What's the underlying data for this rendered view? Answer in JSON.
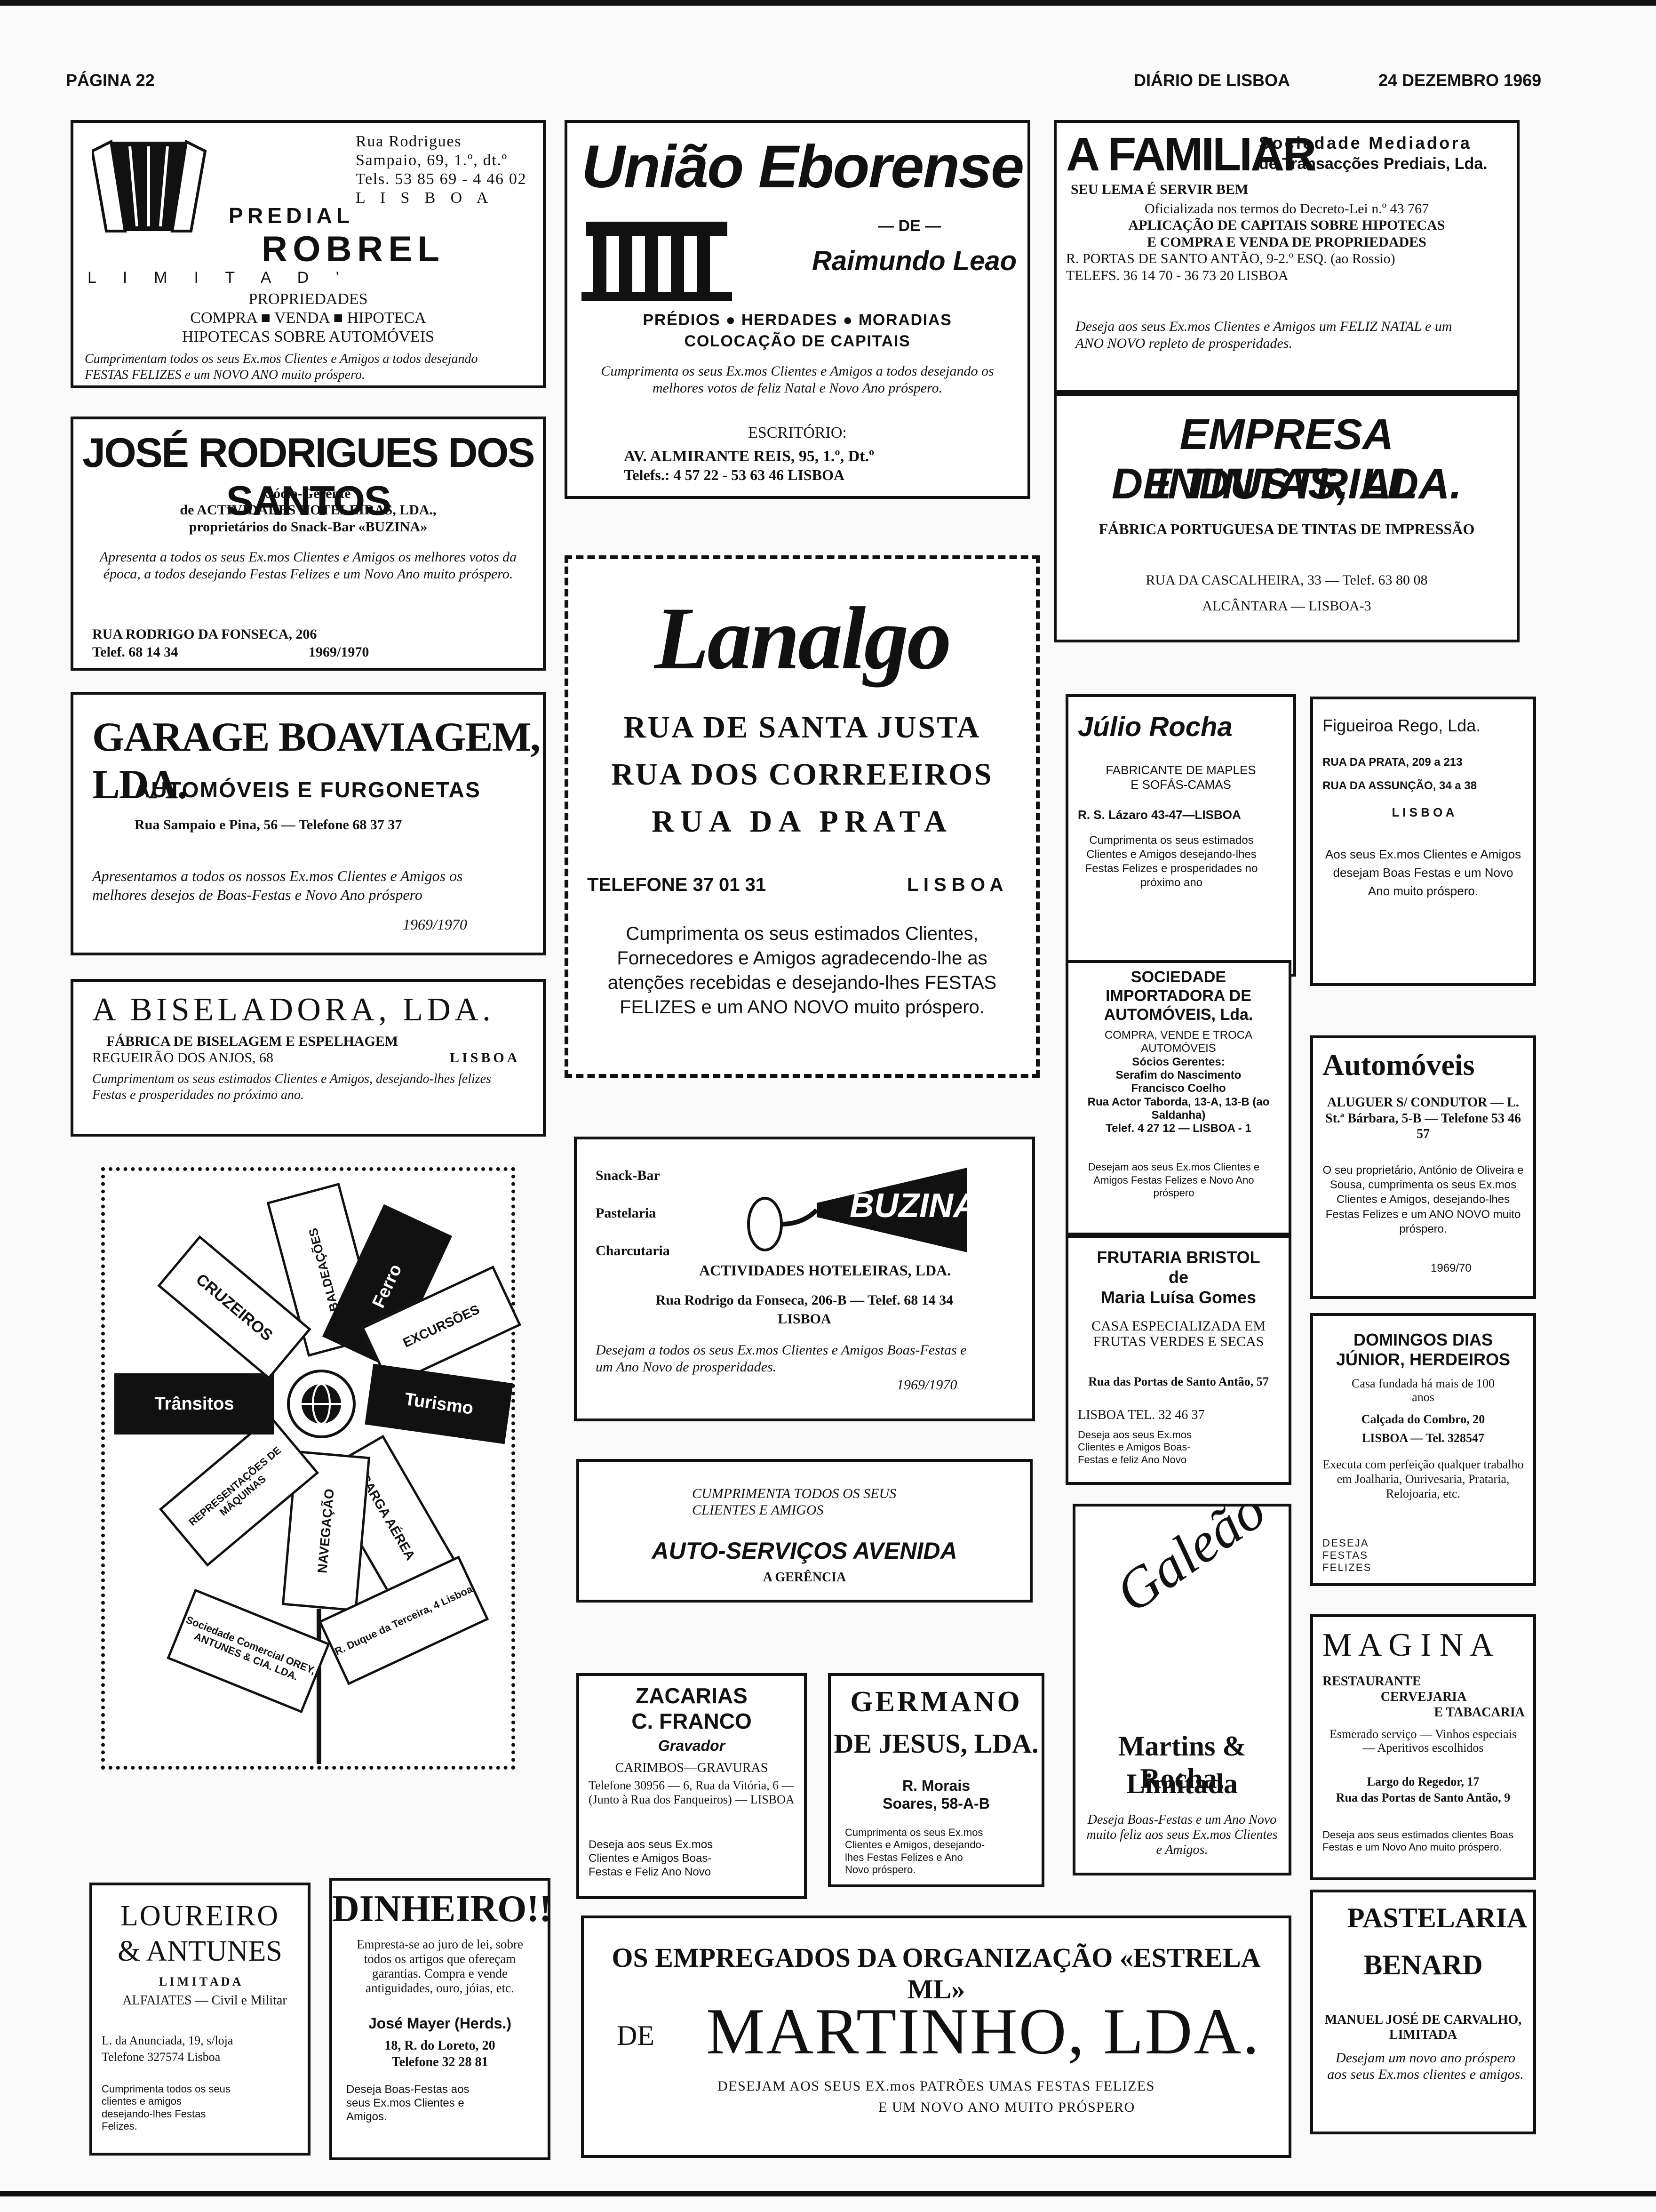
{
  "header": {
    "page": "PÁGINA 22",
    "paper": "DIÁRIO DE LISBOA",
    "date": "24 DEZEMBRO 1969"
  },
  "predial": {
    "addr": [
      "Rua Rodrigues",
      "Sampaio, 69, 1.º, dt.º",
      "Tels. 53 85 69 - 4 46 02",
      "L I S B O A"
    ],
    "name1": "PREDIAL",
    "name2": "ROBREL",
    "name3": "L I M I T A D ’",
    "svc": "PROPRIEDADES",
    "svc2": "COMPRA  ■  VENDA  ■  HIPOTECA",
    "svc3": "HIPOTECAS SOBRE AUTOMÓVEIS",
    "greet": "Cumprimentam todos os seus Ex.mos Clientes e Amigos a todos desejando FESTAS FELIZES e um NOVO ANO muito próspero."
  },
  "uniao": {
    "title": "União Eborense",
    "de": "— DE —",
    "owner": "Raimundo Leao",
    "svc": "PRÉDIOS ● HERDADES ● MORADIAS",
    "svc2": "COLOCAÇÃO DE CAPITAIS",
    "greet": "Cumprimenta os seus Ex.mos Clientes e Amigos a todos desejando os melhores votos de feliz Natal e Novo Ano próspero.",
    "office": "ESCRITÓRIO:",
    "addr": "AV. ALMIRANTE REIS, 95, 1.º, Dt.º",
    "tel": "Telefs.: 4 57 22 - 53 63 46        LISBOA"
  },
  "familiar": {
    "title": "A FAMILIAR",
    "sub1": "Sociedade Mediadora",
    "sub2": "de Transacções Prediais, Lda.",
    "motto": "SEU LEMA É SERVIR BEM",
    "l1": "Oficializada nos termos do Decreto-Lei n.º 43 767",
    "l2": "APLICAÇÃO DE CAPITAIS SOBRE HIPOTECAS",
    "l3": "E COMPRA E VENDA DE PROPRIEDADES",
    "l4": "R. PORTAS DE SANTO ANTÃO, 9-2.º ESQ. (ao Rossio)",
    "l5": "TELEFS. 36 14 70 - 36 73 20                LISBOA",
    "greet": "Deseja aos seus Ex.mos Clientes e Amigos um FELIZ NATAL e um ANO NOVO repleto de prosperidades."
  },
  "jose": {
    "title": "JOSÉ RODRIGUES DOS SANTOS",
    "l1": "Sócio-Gerente",
    "l2": "de ACTIVIDADES HOTELEIRAS, LDA.,",
    "l3": "proprietários do Snack-Bar «BUZINA»",
    "greet": "Apresenta a todos os seus Ex.mos Clientes e Amigos os melhores votos da época, a todos desejando Festas Felizes e um Novo Ano muito próspero.",
    "addr": "RUA RODRIGO DA FONSECA, 206",
    "tel": "Telef. 68 14 34",
    "yr": "1969/1970"
  },
  "tintas": {
    "t1": "EMPRESA INDUSTRIAL",
    "t2": "DE TINTAS, LDA.",
    "sub": "FÁBRICA PORTUGUESA DE TINTAS DE IMPRESSÃO",
    "addr": "RUA DA CASCALHEIRA, 33  —  Telef. 63 80 08",
    "city": "ALCÂNTARA — LISBOA-3"
  },
  "lanalgo": {
    "logo": "Lanalgo",
    "s1": "RUA DE SANTA JUSTA",
    "s2": "RUA DOS CORREEIROS",
    "s3": "RUA DA PRATA",
    "tel": "TELEFONE 37 01 31",
    "city": "L I S B O A",
    "greet": "Cumprimenta os seus estimados Clientes, Fornecedores e Amigos agradecendo-lhe as atenções recebidas e desejando-lhes FESTAS FELIZES e um ANO NOVO muito próspero."
  },
  "garage": {
    "title": "GARAGE BOAVIAGEM, LDA.",
    "sub": "AUTOMÓVEIS E FURGONETAS",
    "addr": "Rua Sampaio e Pina, 56  —  Telefone 68 37 37",
    "greet": "Apresentamos a todos os nossos Ex.mos Clientes e Amigos os melhores desejos de Boas-Festas e Novo Ano próspero",
    "yr": "1969/1970"
  },
  "julio": {
    "title": "Júlio Rocha",
    "l1": "FABRICANTE DE MAPLES",
    "l2": "E SOFÁS-CAMAS",
    "addr": "R. S. Lázaro 43-47—LISBOA",
    "greet": "Cumprimenta os seus estimados Clientes e Amigos desejando-lhes Festas Felizes e prosperidades no próximo ano"
  },
  "figueiroa": {
    "title": "Figueiroa Rego, Lda.",
    "l1": "RUA DA PRATA, 209 a 213",
    "l2": "RUA DA ASSUNÇÃO, 34 a 38",
    "city": "L I S B O A",
    "greet": "Aos seus Ex.mos Clientes e Amigos desejam Boas Festas e um Novo Ano muito próspero."
  },
  "biseladora": {
    "title": "A BISELADORA, LDA.",
    "l1": "FÁBRICA DE BISELAGEM E ESPELHAGEM",
    "l2": "REGUEIRÃO DOS ANJOS, 68",
    "city": "LISBOA",
    "greet": "Cumprimentam os seus estimados Clientes e Amigos, desejando-lhes felizes Festas e prosperidades no próximo ano."
  },
  "sociedade": {
    "t1": "SOCIEDADE",
    "t2": "IMPORTADORA DE",
    "t3": "AUTOMÓVEIS, Lda.",
    "l1": "COMPRA, VENDE E TROCA",
    "l2": "AUTOMÓVEIS",
    "l3": "Sócios Gerentes:",
    "l4": "Serafim do Nascimento",
    "l5": "Francisco Coelho",
    "l6": "Rua Actor Taborda, 13-A, 13-B (ao Saldanha)",
    "l7": "Telef. 4 27 12  —  LISBOA - 1",
    "greet": "Desejam aos seus Ex.mos Clientes e Amigos Festas Felizes e Novo Ano próspero"
  },
  "automoveis": {
    "title": "Automóveis",
    "l1": "ALUGUER S/ CONDUTOR — L. St.ª Bárbara, 5-B — Telefone 53 46 57",
    "greet": "O seu proprietário, António de Oliveira e Sousa, cumprimenta os seus Ex.mos Clientes e Amigos, desejando-lhes Festas Felizes e um ANO NOVO muito próspero.",
    "yr": "1969/70"
  },
  "flower": {
    "petals": [
      "Ferro",
      "BALDEAÇÕES",
      "EXCURSÕES",
      "Turismo",
      "CARGA AÉREA",
      "NAVEGAÇÃO",
      "REPRESENTAÇÕES DE MÁQUINAS",
      "Trânsitos",
      "CRUZEIROS"
    ],
    "leaf1": "Sociedade Comercial OREY, ANTUNES & CIA. LDA.",
    "leaf2": "R. Duque da Terceira, 4 Lisboa"
  },
  "buzina": {
    "l1": "Snack-Bar",
    "l2": "Pastelaria",
    "l3": "Charcutaria",
    "logo": "BUZINA",
    "name": "ACTIVIDADES HOTELEIRAS, LDA.",
    "addr": "Rua Rodrigo da Fonseca, 206-B  —  Telef. 68 14 34",
    "city": "LISBOA",
    "greet": "Desejam a todos os seus Ex.mos Clientes e Amigos Boas-Festas e um Ano Novo de prosperidades.",
    "yr": "1969/1970"
  },
  "frutaria": {
    "t1": "FRUTARIA BRISTOL",
    "t2": "de",
    "t3": "Maria Luísa Gomes",
    "l1": "CASA ESPECIALIZADA EM FRUTAS VERDES E SECAS",
    "l2": "Rua das Portas de Santo Antão, 57",
    "l3": "LISBOA        TEL. 32 46 37",
    "greet": "Deseja aos seus Ex.mos Clientes e Amigos Boas-Festas e feliz Ano Novo"
  },
  "domingos": {
    "t1": "DOMINGOS DIAS",
    "t2": "JÚNIOR, HERDEIROS",
    "l1": "Casa fundada há mais de 100 anos",
    "l2": "Calçada do Combro, 20",
    "l3": "LISBOA — Tel. 328547",
    "l4": "Executa com perfeição qualquer trabalho em Joalharia, Ourivesaria, Prataria, Relojoaria, etc.",
    "greet": "DESEJA FESTAS FELIZES"
  },
  "autoservicos": {
    "l1": "CUMPRIMENTA TODOS OS SEUS",
    "l2": "CLIENTES E AMIGOS",
    "title": "AUTO-SERVIÇOS AVENIDA",
    "sub": "A GERÊNCIA"
  },
  "galeao": {
    "logo": "Galeão",
    "name1": "Martins & Rocha,",
    "name2": "Limitada",
    "greet": "Deseja Boas-Festas e um Ano Novo muito feliz aos seus Ex.mos Clientes e Amigos."
  },
  "magina": {
    "title": "M A G I N A",
    "l1": "RESTAURANTE",
    "l2": "CERVEJARIA",
    "l3": "E TABACARIA",
    "l4": "Esmerado serviço — Vinhos especiais — Aperitivos escolhidos",
    "l5": "Largo do Regedor, 17",
    "l6": "Rua das Portas de Santo Antão, 9",
    "greet": "Deseja aos seus estimados clientes Boas Festas e um Novo Ano muito próspero."
  },
  "zacarias": {
    "t1": "ZACARIAS",
    "t2": "C. FRANCO",
    "t3": "Gravador",
    "l1": "CARIMBOS—GRAVURAS",
    "l2": "Telefone 30956 — 6, Rua da Vitória, 6 — (Junto à Rua dos Fanqueiros) — LISBOA",
    "greet": "Deseja aos seus Ex.mos Clientes e Amigos Boas-Festas e Feliz Ano Novo"
  },
  "germano": {
    "t1": "GERMANO",
    "t2": "DE JESUS, LDA.",
    "l1": "R. Morais",
    "l2": "Soares, 58-A-B",
    "greet": "Cumprimenta os seus Ex.mos Clientes e Amigos, desejando-lhes Festas Felizes e Ano Novo próspero."
  },
  "loureiro": {
    "t1": "LOUREIRO",
    "t2": "& ANTUNES",
    "t3": "L I M I T A D A",
    "l1": "ALFAIATES — Civil e Militar",
    "l2": "L. da Anunciada, 19, s/loja",
    "l3": "Telefone 327574        Lisboa",
    "greet": "Cumprimenta todos os seus clientes e amigos desejando-lhes Festas Felizes."
  },
  "dinheiro": {
    "title": "DINHEIRO!!",
    "l1": "Empresta-se ao juro de lei, sobre todos os artigos que ofereçam garantias. Compra e vende antiguidades, ouro, jóias, etc.",
    "l2": "José Mayer (Herds.)",
    "l3": "18, R. do Loreto, 20",
    "l4": "Telefone 32 28 81",
    "greet": "Deseja Boas-Festas aos seus Ex.mos Clientes e Amigos."
  },
  "martinho": {
    "l1": "OS EMPREGADOS DA ORGANIZAÇÃO «ESTRELA ML»",
    "de": "DE",
    "name": "MARTINHO, LDA.",
    "l2": "DESEJAM AOS SEUS EX.mos PATRÕES UMAS FESTAS FELIZES",
    "l3": "E UM NOVO ANO MUITO PRÓSPERO"
  },
  "benard": {
    "t1": "PASTELARIA",
    "t2": "BENARD",
    "l1": "MANUEL JOSÉ DE CARVALHO, LIMITADA",
    "greet": "Desejam um novo ano próspero aos seus Ex.mos clientes e amigos."
  }
}
